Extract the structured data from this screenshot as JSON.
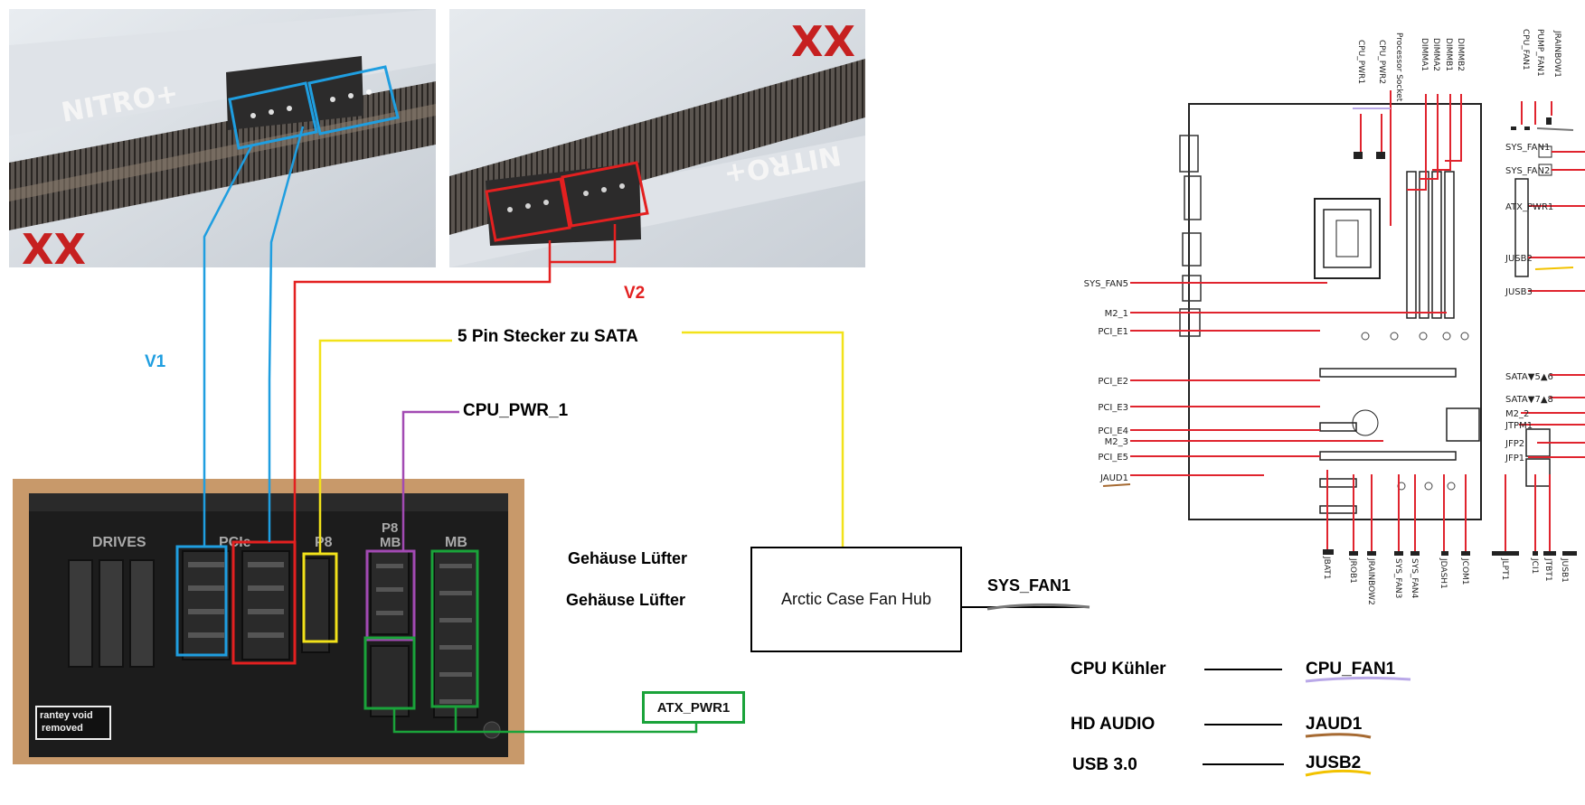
{
  "colors": {
    "v1": "#1f9ee0",
    "v2": "#e32020",
    "sata": "#f2e21a",
    "cpu_pwr": "#a24ab3",
    "mb": "#1aa33a",
    "sys_fan_underline": "#777777",
    "cpu_fan_underline": "#b9a8e8",
    "jaud_underline": "#a66a32",
    "jusb_underline": "#f2c200",
    "mobo_line": "#e0242e"
  },
  "gpu": {
    "brand_label_v1": "NITRO+",
    "brand_label_v2": "NITRO+"
  },
  "labels": {
    "v1": "V1",
    "v2": "V2",
    "sata_connector": "5 Pin Stecker zu SATA",
    "cpu_pwr_1": "CPU_PWR_1",
    "case_fan_1": "Gehäuse Lüfter",
    "case_fan_2": "Gehäuse Lüfter",
    "sys_fan1": "SYS_FAN1",
    "atx_pwr1": "ATX_PWR1",
    "hub": "Arctic Case Fan Hub"
  },
  "psu": {
    "drives": "DRIVES",
    "pcie": "PCIe",
    "p8": "P8",
    "p8mb_line1": "P8",
    "p8mb_line2": "MB",
    "mb": "MB",
    "sticker_line1": "rantey void",
    "sticker_line2": "removed"
  },
  "legend": [
    {
      "device": "CPU Kühler",
      "header": "CPU_FAN1"
    },
    {
      "device": "HD AUDIO",
      "header": "JAUD1"
    },
    {
      "device": "USB 3.0",
      "header": "JUSB2"
    }
  ],
  "mobo": {
    "top_labels": [
      "CPU_PWR1",
      "CPU_PWR2",
      "Processor Socket",
      "DIMMA1",
      "DIMMA2",
      "DIMMB1",
      "DIMMB2",
      "CPU_FAN1",
      "PUMP_FAN1",
      "JRAINBOW1"
    ],
    "right_labels": [
      "SYS_FAN1",
      "SYS_FAN2",
      "ATX_PWR1",
      "JUSB2",
      "JUSB3",
      "SATA▼5▲6",
      "SATA▼7▲8",
      "M2_2",
      "JTPM1",
      "JFP2",
      "JFP1"
    ],
    "left_labels": [
      "SYS_FAN5",
      "M2_1",
      "PCI_E1",
      "PCI_E2",
      "PCI_E3",
      "PCI_E4",
      "M2_3",
      "PCI_E5",
      "JAUD1"
    ],
    "bottom_labels": [
      "JBAT1",
      "JROB1",
      "JRAINBOW2",
      "SYS_FAN3",
      "SYS_FAN4",
      "JDASH1",
      "JCOM1",
      "JLPT1",
      "JCI1",
      "JTBT1",
      "JUSB1"
    ]
  }
}
